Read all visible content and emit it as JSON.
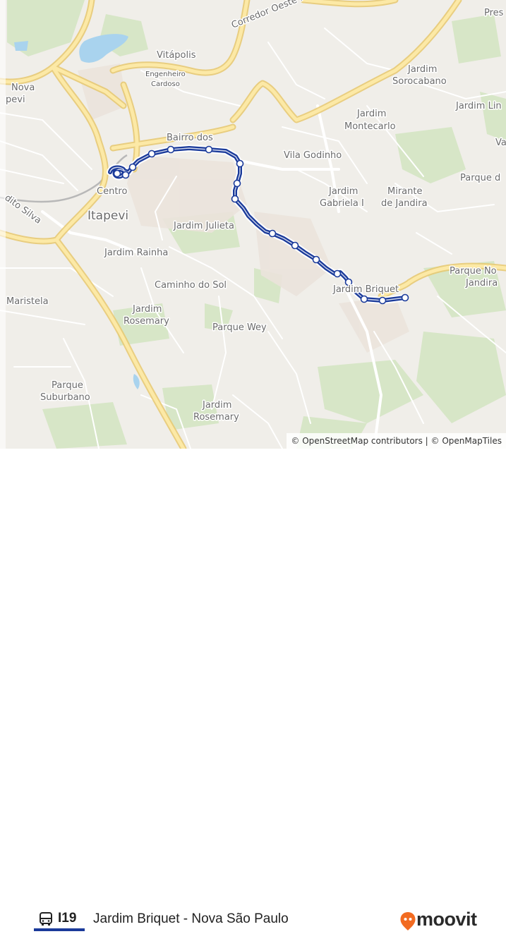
{
  "map": {
    "labels": {
      "prestes": "Pres",
      "corredor": "Corredor Oeste Metropolitano",
      "vitapolis": "Vitápolis",
      "engenheiro": "Engenheiro",
      "cardoso": "Cardoso",
      "jardim_sorocabano_1": "Jardim",
      "jardim_sorocabano_2": "Sorocabano",
      "nova": "Nova",
      "pevi": "pevi",
      "jardim_lin": "Jardim Lin",
      "jardim_montecarlo_1": "Jardim",
      "jardim_montecarlo_2": "Montecarlo",
      "bairro_dos": "Bairro dos",
      "va": "Va",
      "vila_godinho": "Vila Godinho",
      "parque_d": "Parque d",
      "centro": "Centro",
      "jardim_gabriela_1": "Jardim",
      "jardim_gabriela_2": "Gabriela I",
      "mirante_1": "Mirante",
      "mirante_2": "de Jandira",
      "itapevi": "Itapevi",
      "dito_silva": "dito Silva",
      "jardim_julieta": "Jardim Julieta",
      "jardim_rainha": "Jardim Rainha",
      "parque_nova_1": "Parque No",
      "parque_nova_2": "Jandira",
      "caminho_do_sol": "Caminho do Sol",
      "jardim_briquet": "Jardim Briquet",
      "maristela": "Maristela",
      "jardim_rosemary_1": "Jardim",
      "jardim_rosemary_2": "Rosemary",
      "parque_wey": "Parque Wey",
      "parque_suburbano_1": "Parque",
      "parque_suburbano_2": "Suburbano",
      "jardim_rosemary_b_1": "Jardim",
      "jardim_rosemary_b_2": "Rosemary"
    },
    "attribution": "© OpenStreetMap contributors | © OpenMapTiles",
    "route_color": "#1a3a9a"
  },
  "footer": {
    "route_code": "I19",
    "route_name": "Jardim Briquet - Nova São Paulo",
    "brand": "moovit",
    "brand_color": "#f26b21"
  }
}
